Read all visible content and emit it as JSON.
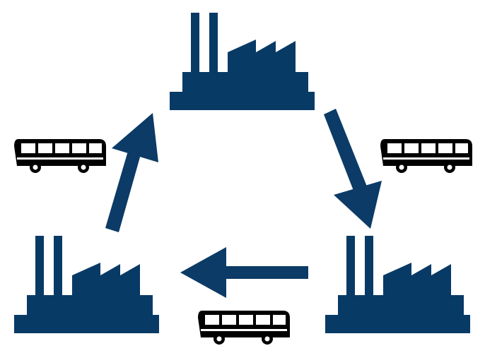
{
  "diagram": {
    "nodes": [
      {
        "id": "factory-top",
        "icon": "factory-icon"
      },
      {
        "id": "factory-bottom-left",
        "icon": "factory-icon"
      },
      {
        "id": "factory-bottom-right",
        "icon": "factory-icon"
      }
    ],
    "edges": [
      {
        "from": "factory-top",
        "to": "factory-bottom-right",
        "icon": "bus-icon"
      },
      {
        "from": "factory-bottom-right",
        "to": "factory-bottom-left",
        "icon": "bus-icon"
      },
      {
        "from": "factory-bottom-left",
        "to": "factory-top",
        "icon": "bus-icon"
      }
    ]
  },
  "colors": {
    "factory": "#083a66",
    "arrow": "#0b3b66",
    "bus": "#000000",
    "bus_window": "#ffffff",
    "background": "#ffffff"
  }
}
